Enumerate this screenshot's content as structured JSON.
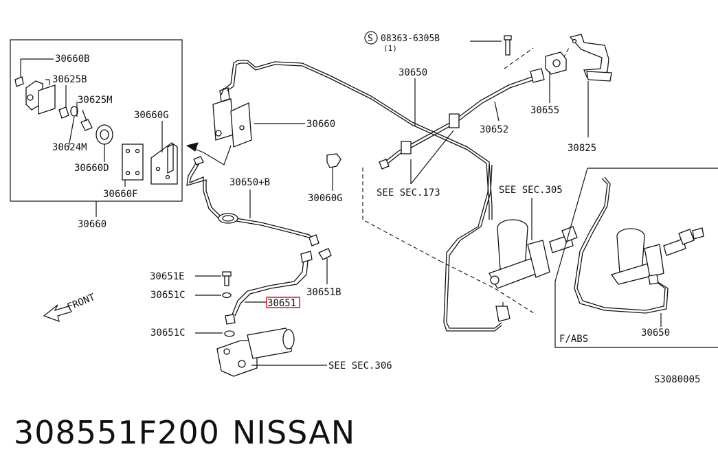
{
  "callouts": {
    "inset_30660B": "30660B",
    "inset_30625B": "30625B",
    "inset_30625M": "30625M",
    "inset_30660G": "30660G",
    "inset_30624M": "30624M",
    "inset_30660D": "30660D",
    "inset_30660F": "30660F",
    "inset_30660": "30660",
    "main_30660": "30660",
    "bolt_code": "08363-6305B",
    "bolt_qty": "(1)",
    "bolt_s_symbol": "S",
    "p30650_top": "30650",
    "p30655": "30655",
    "p30652": "30652",
    "p30825": "30825",
    "p30650B": "30650+B",
    "p30060G": "30060G",
    "see_sec173": "SEE SEC.173",
    "see_sec305": "SEE SEC.305",
    "p30651E": "30651E",
    "p30651C_1": "30651C",
    "p30651_highlight": "30651",
    "p30651B": "30651B",
    "p30651C_2": "30651C",
    "see_sec306": "SEE SEC.306",
    "front": "FRONT",
    "fabs": "F/ABS",
    "fabs_30650": "30650",
    "diagram_code": "S3080005"
  },
  "footer": {
    "part_number": "308551F200",
    "brand": "NISSAN"
  },
  "colors": {
    "highlight": "#e0202a",
    "ink": "#111111"
  }
}
